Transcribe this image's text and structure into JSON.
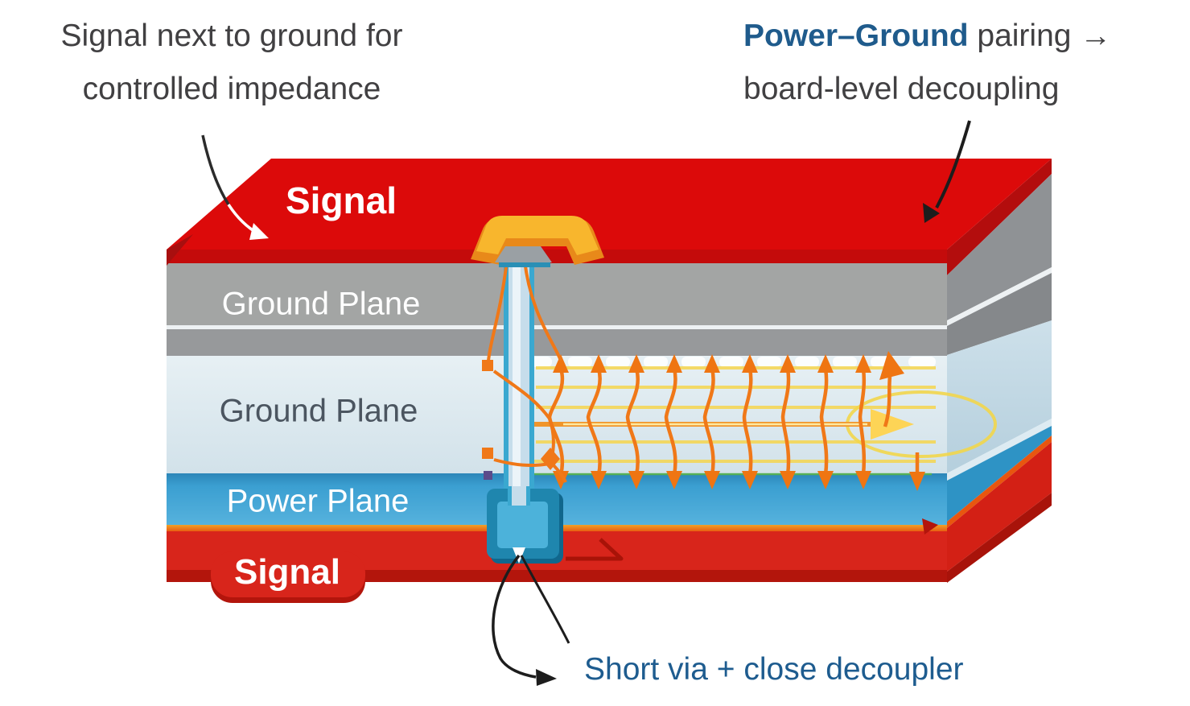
{
  "annotations": {
    "top_left": {
      "line1": "Signal next to ground for",
      "line2": "controlled impedance"
    },
    "top_right": {
      "highlight": "Power–Ground",
      "rest": " pairing ",
      "arrow_glyph": "→",
      "line2": "board-level decoupling"
    },
    "bottom": {
      "text": "Short via + close decoupler"
    }
  },
  "layers": [
    {
      "id": "signal-top",
      "label": "Signal"
    },
    {
      "id": "ground-plane-1",
      "label": "Ground Plane"
    },
    {
      "id": "ground-plane-2",
      "label": "Ground Plane"
    },
    {
      "id": "power-plane",
      "label": "Power Plane"
    },
    {
      "id": "signal-bottom",
      "label": "Signal"
    }
  ],
  "palette": {
    "signal_red_top": "#dc0a0a",
    "signal_red_bottom": "#d8251b",
    "ground_gray": "#a3a5a4",
    "dielectric_pale_blue": "#dce8ee",
    "power_blue": "#3b9fd1",
    "via_cyan": "#3aa8d0",
    "component_yellow": "#f8b62d",
    "decoupler_teal": "#1b84ad",
    "field_line_orange": "#f07818",
    "field_line_yellow": "#f6d64e",
    "annotation_blue": "#1f5b8c",
    "annotation_dark": "#414042"
  }
}
